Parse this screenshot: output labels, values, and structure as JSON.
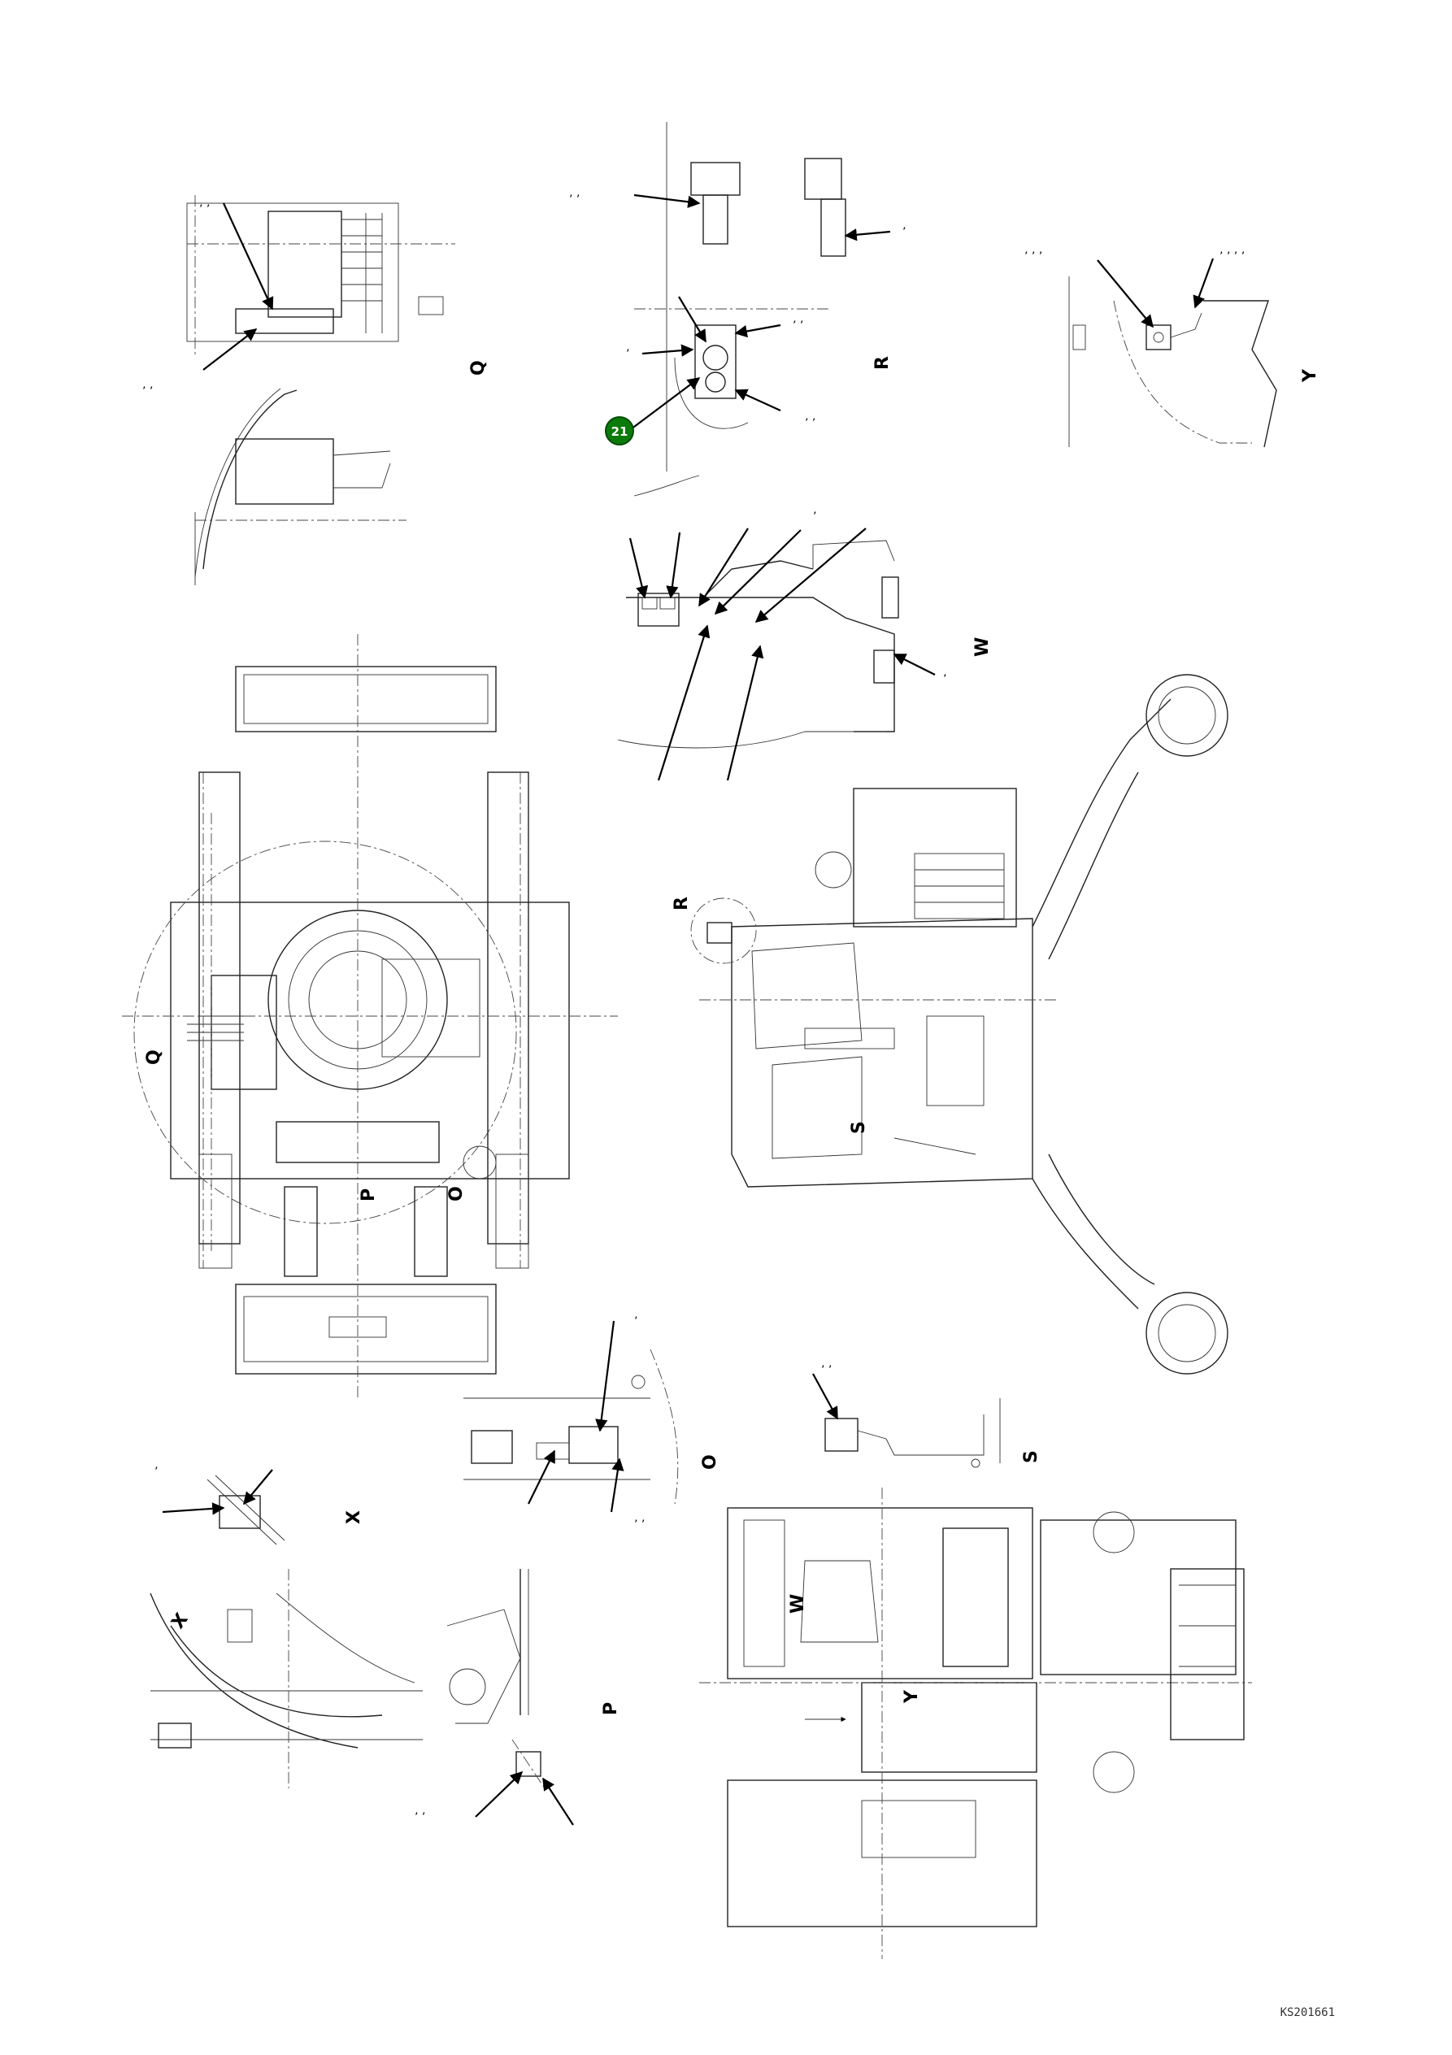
{
  "drawing": {
    "document_id": "KS201661",
    "callout": {
      "number": "21",
      "color": "#0a7a0a"
    },
    "view_labels": {
      "Q_top": "Q",
      "R_top": "R",
      "Y_top": "Y",
      "W_mid": "W",
      "R_side": "R",
      "Q_left": "Q",
      "S_side": "S",
      "P_left": "P",
      "O_left": "O",
      "O_detail": "O",
      "S_detail": "S",
      "X_detail": "X",
      "X_section": "X",
      "P_detail": "P",
      "W_plan": "W",
      "Y_plan": "Y"
    }
  }
}
